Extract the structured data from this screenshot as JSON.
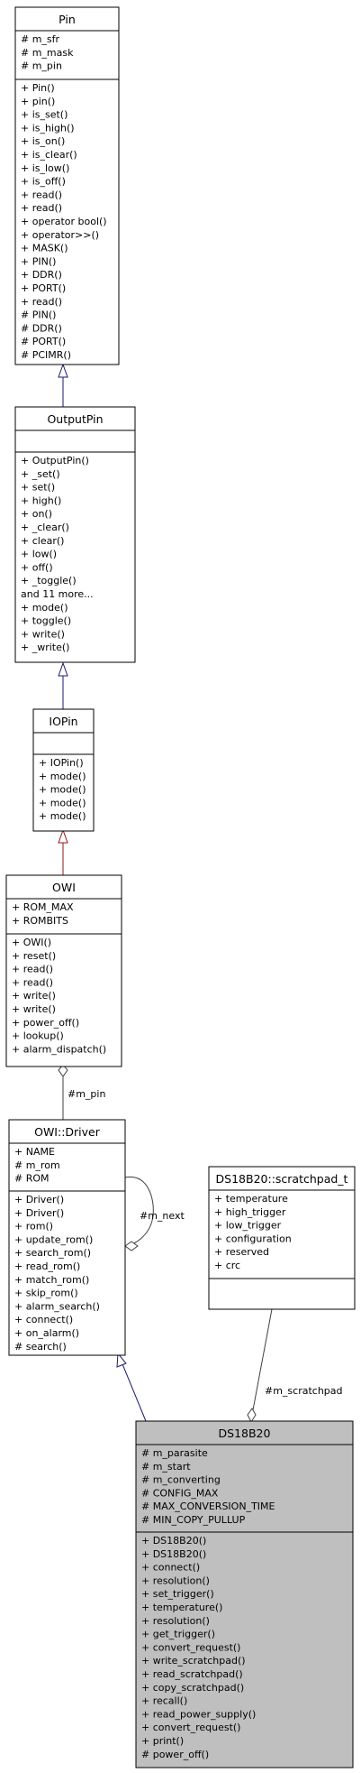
{
  "classes": {
    "pin": {
      "name": "Pin",
      "attributes": [
        "# m_sfr",
        "# m_mask",
        "# m_pin"
      ],
      "methods": [
        "+ Pin()",
        "+ pin()",
        "+ is_set()",
        "+ is_high()",
        "+ is_on()",
        "+ is_clear()",
        "+ is_low()",
        "+ is_off()",
        "+ read()",
        "+ read()",
        "+ operator bool()",
        "+ operator>>()",
        "+ MASK()",
        "+ PIN()",
        "+ DDR()",
        "+ PORT()",
        "+ read()",
        "# PIN()",
        "# DDR()",
        "# PORT()",
        "# PCIMR()"
      ]
    },
    "outputpin": {
      "name": "OutputPin",
      "attributes": [],
      "methods": [
        "+ OutputPin()",
        "+ _set()",
        "+ set()",
        "+ high()",
        "+ on()",
        "+ _clear()",
        "+ clear()",
        "+ low()",
        "+ off()",
        "+ _toggle()",
        "and 11 more...",
        "+ mode()",
        "+ toggle()",
        "+ write()",
        "+ _write()"
      ]
    },
    "iopin": {
      "name": "IOPin",
      "attributes": [],
      "methods": [
        "+ IOPin()",
        "+ mode()",
        "+ mode()",
        "+ mode()",
        "+ mode()"
      ]
    },
    "owi": {
      "name": "OWI",
      "attributes": [
        "+ ROM_MAX",
        "+ ROMBITS"
      ],
      "methods": [
        "+ OWI()",
        "+ reset()",
        "+ read()",
        "+ read()",
        "+ write()",
        "+ write()",
        "+ power_off()",
        "+ lookup()",
        "+ alarm_dispatch()"
      ]
    },
    "driver": {
      "name": "OWI::Driver",
      "attributes": [
        "+ NAME",
        "# m_rom",
        "# ROM"
      ],
      "methods": [
        "+ Driver()",
        "+ Driver()",
        "+ rom()",
        "+ update_rom()",
        "+ search_rom()",
        "+ read_rom()",
        "+ match_rom()",
        "+ skip_rom()",
        "+ alarm_search()",
        "+ connect()",
        "+ on_alarm()",
        "# search()"
      ]
    },
    "scratchpad": {
      "name": "DS18B20::scratchpad_t",
      "attributes": [
        "+ temperature",
        "+ high_trigger",
        "+ low_trigger",
        "+ configuration",
        "+ reserved",
        "+ crc"
      ],
      "methods": []
    },
    "ds18b20": {
      "name": "DS18B20",
      "attributes": [
        "# m_parasite",
        "# m_start",
        "# m_converting",
        "# CONFIG_MAX",
        "# MAX_CONVERSION_TIME",
        "# MIN_COPY_PULLUP"
      ],
      "methods": [
        "+ DS18B20()",
        "+ DS18B20()",
        "+ connect()",
        "+ resolution()",
        "+ set_trigger()",
        "+ temperature()",
        "+ resolution()",
        "+ get_trigger()",
        "+ convert_request()",
        "+ write_scratchpad()",
        "+ read_scratchpad()",
        "+ copy_scratchpad()",
        "+ recall()",
        "+ read_power_supply()",
        "+ convert_request()",
        "+ print()",
        "# power_off()"
      ]
    }
  },
  "edge_labels": {
    "m_pin": "#m_pin",
    "m_next": "#m_next",
    "m_scratchpad": "#m_scratchpad"
  }
}
